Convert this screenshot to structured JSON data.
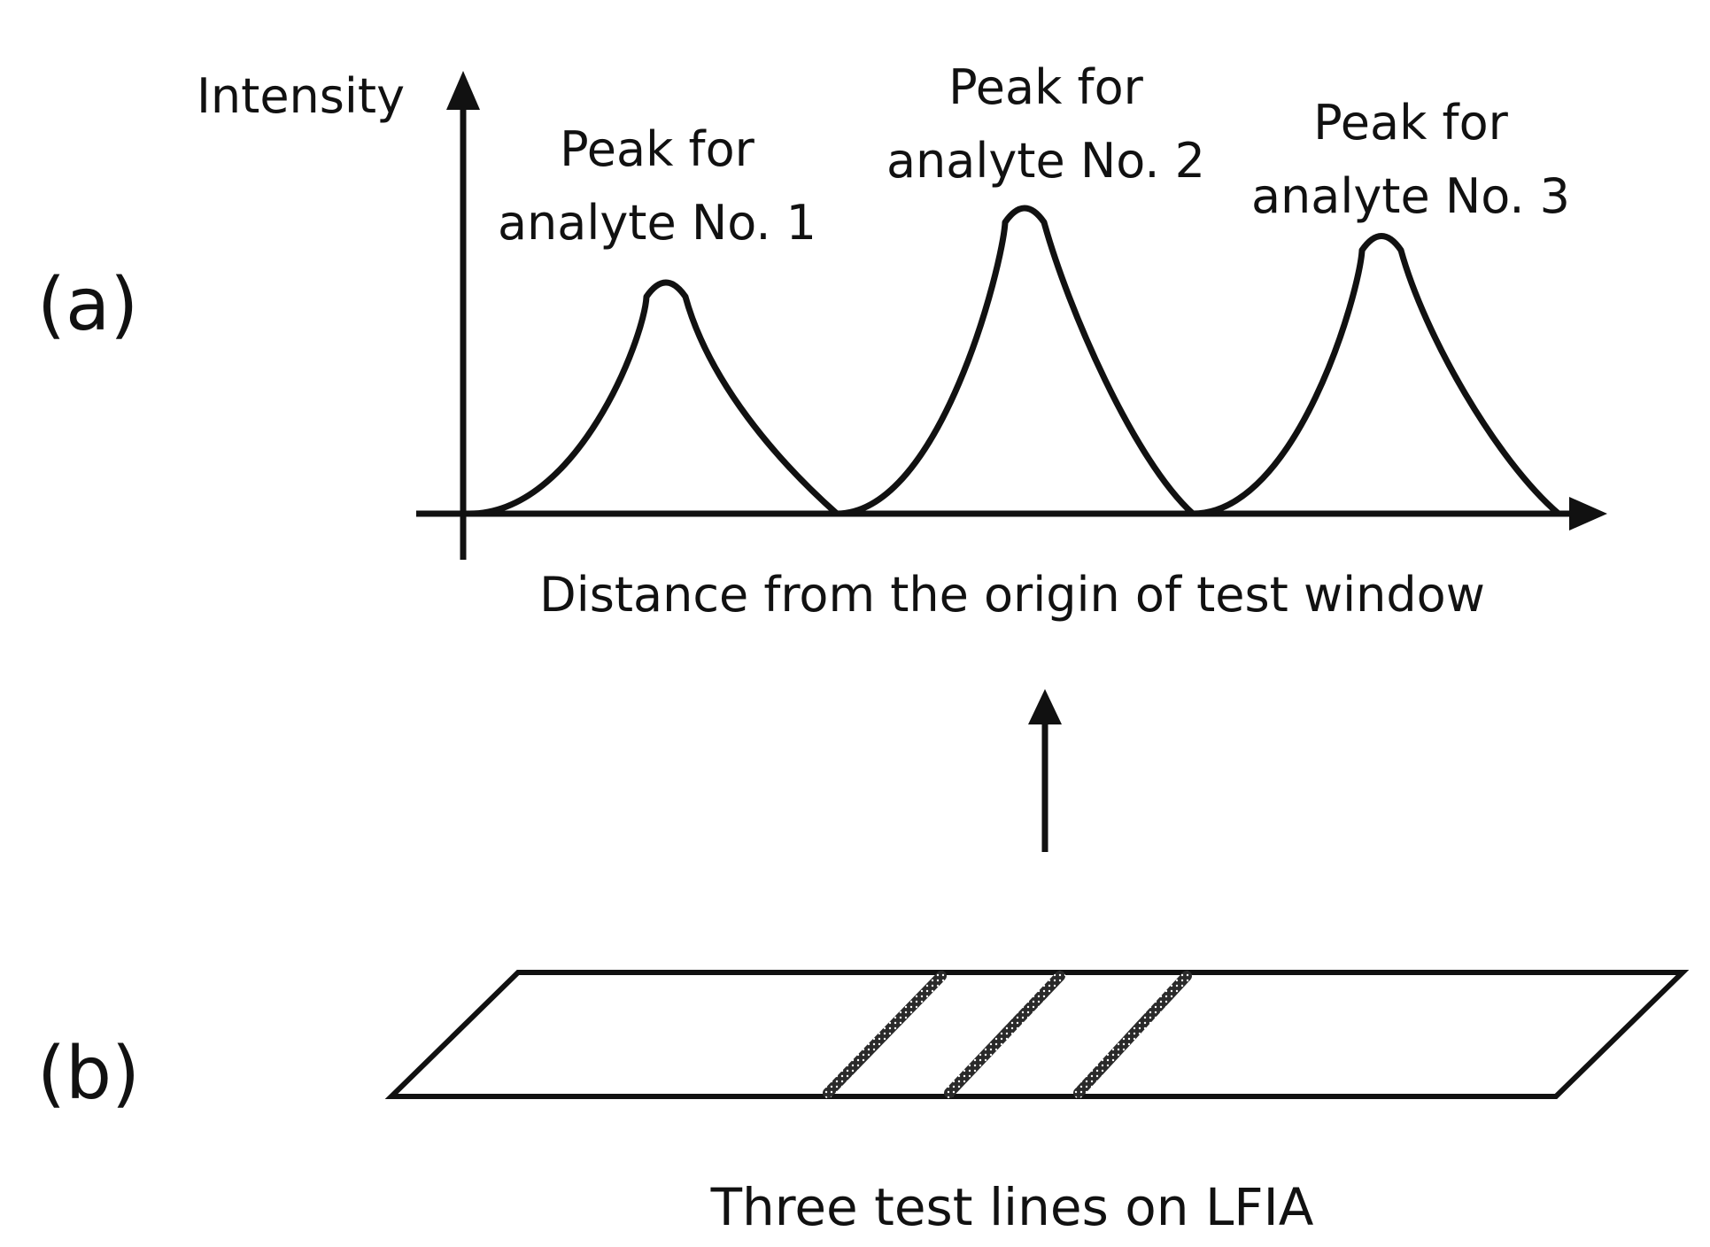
{
  "panel_a": {
    "label": "(a)",
    "y_axis_label": "Intensity",
    "x_axis_label": "Distance from the origin of test window",
    "peaks": [
      {
        "line1": "Peak for",
        "line2": "analyte No. 1",
        "relative_height": 0.74
      },
      {
        "line1": "Peak for",
        "line2": "analyte No. 2",
        "relative_height": 0.98
      },
      {
        "line1": "Peak for",
        "line2": "analyte No. 3",
        "relative_height": 0.89
      }
    ]
  },
  "panel_b": {
    "label": "(b)",
    "caption": "Three test lines on LFIA",
    "test_line_count": 3
  },
  "colors": {
    "stroke": "#111111",
    "test_line": "#2a2a2a"
  }
}
